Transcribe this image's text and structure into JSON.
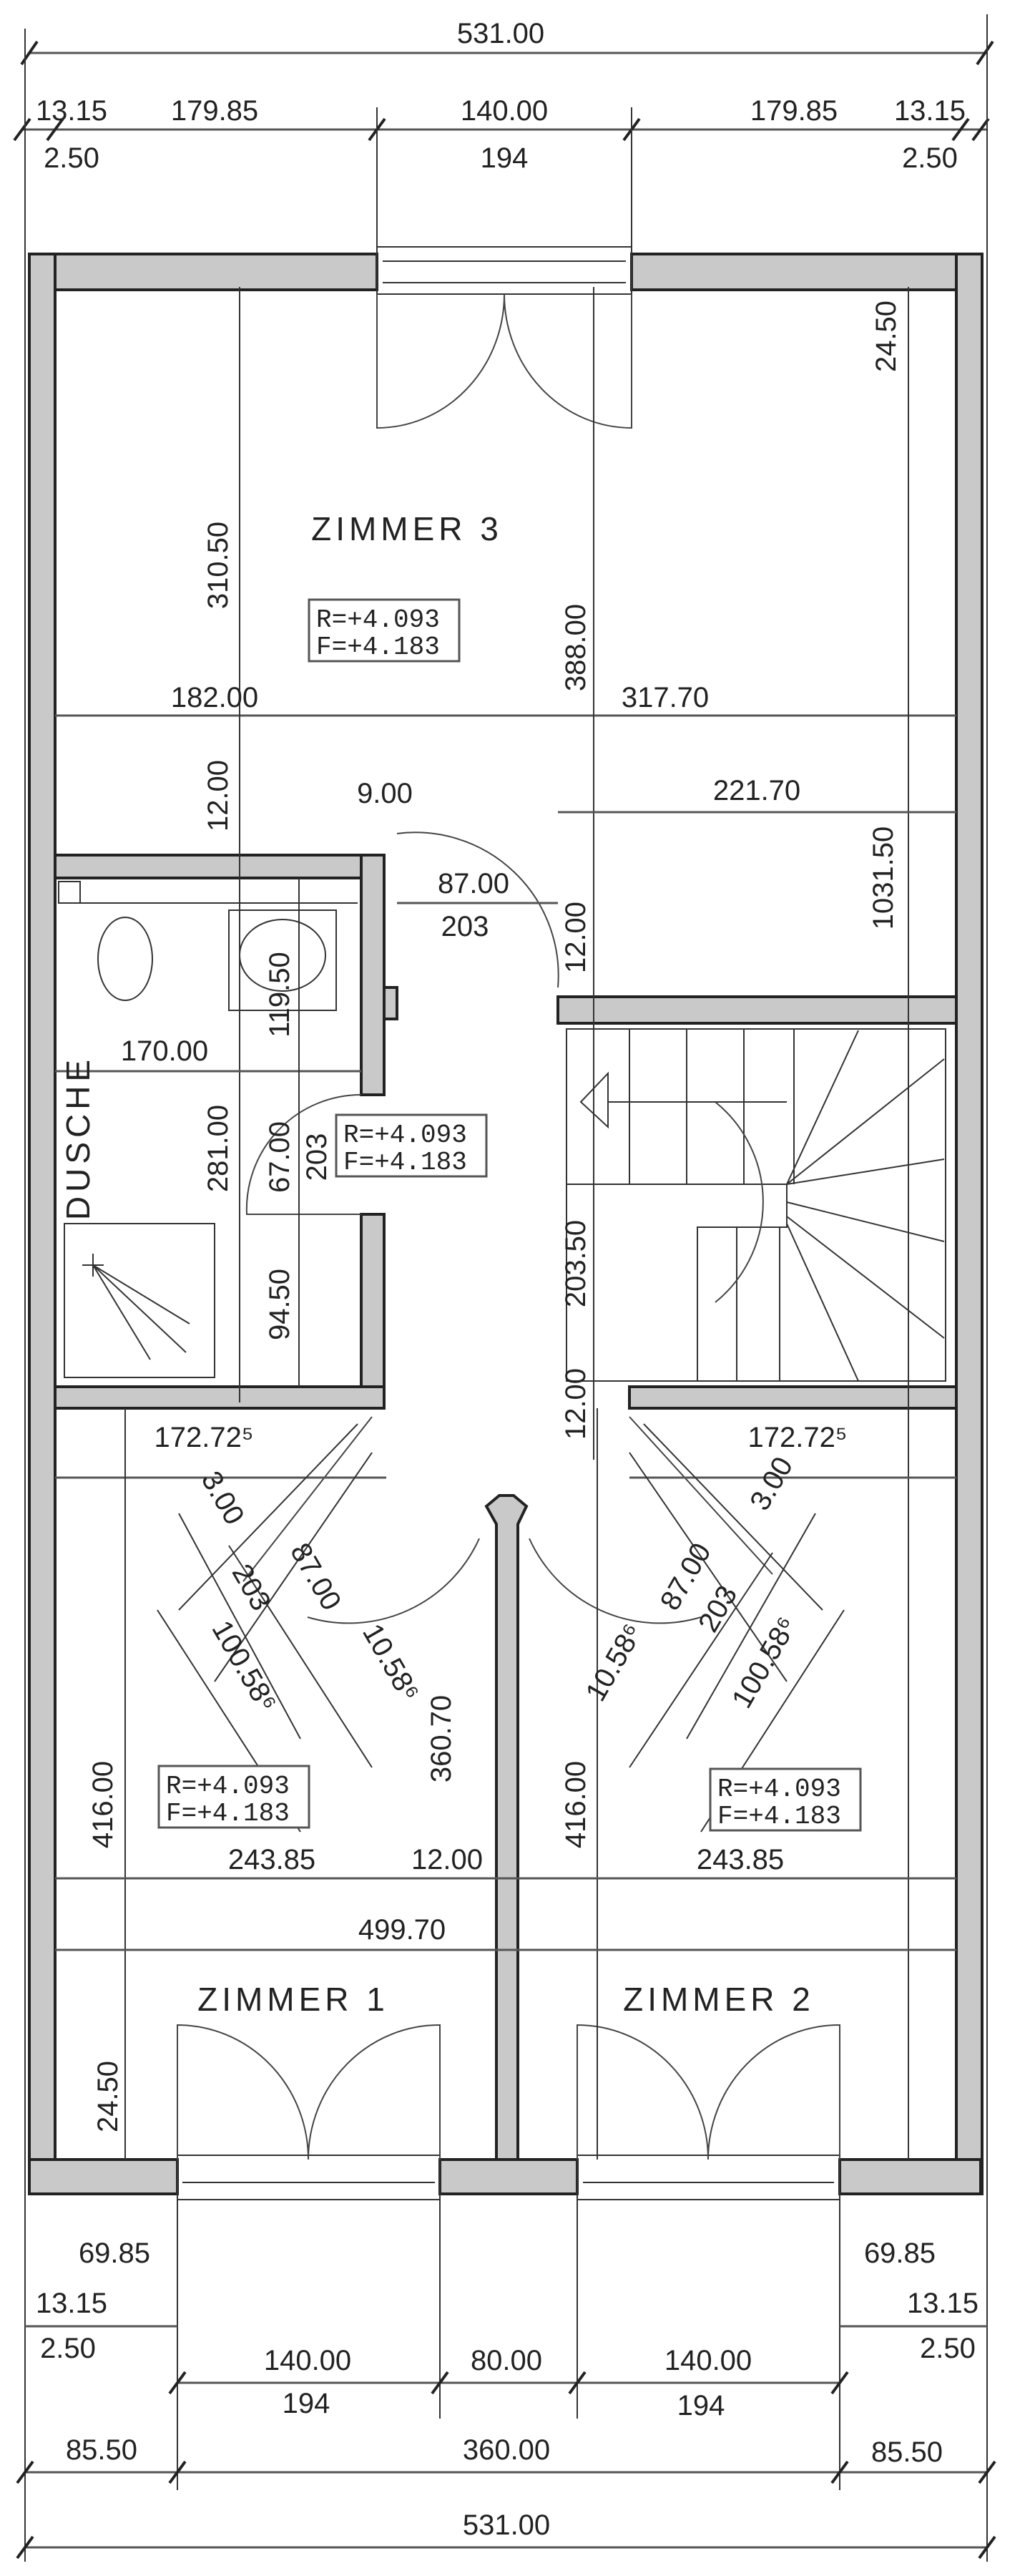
{
  "colors": {
    "wall_fill": "#c9c9c9",
    "line": "#222222",
    "background": "#ffffff"
  },
  "top_dims": {
    "overall": "531.00",
    "left_margin": "13.15",
    "left_pier": "179.85",
    "window_width": "140.00",
    "right_pier": "179.85",
    "right_margin": "13.15",
    "left_offset": "2.50",
    "window_height": "194",
    "right_offset": "2.50",
    "wall_depth": "24.50"
  },
  "rooms": {
    "zimmer3": "ZIMMER 3",
    "zimmer1": "ZIMMER 1",
    "zimmer2": "ZIMMER 2",
    "dusche": "DUSCHE"
  },
  "level_tags": [
    {
      "r": "R=+4.093",
      "f": "F=+4.183"
    },
    {
      "r": "R=+4.093",
      "f": "F=+4.183"
    },
    {
      "r": "R=+4.093",
      "f": "F=+4.183"
    },
    {
      "r": "R=+4.093",
      "f": "F=+4.183"
    }
  ],
  "interior_dims": {
    "z3_depth": "310.50",
    "hall_length": "388.00",
    "z3_left": "182.00",
    "z3_right": "317.70",
    "bath_wall": "12.00",
    "bath_door_offset": "9.00",
    "stair_width": "221.70",
    "total_depth": "1031.50",
    "hall_door_width": "87.00",
    "hall_door_height": "203",
    "stair_wall_top": "12.00",
    "shower_width": "170.00",
    "bath_upper": "119.50",
    "bath_depth": "281.00",
    "bath_door_width": "67.00",
    "bath_door_height": "203",
    "stair_depth": "203.50",
    "bath_lower": "94.50",
    "stair_wall_bottom": "12.00",
    "z1_top_width": "172.72⁵",
    "z2_top_width": "172.72⁵",
    "z1_diag_wall": "3.00",
    "z1_door_width": "87.00",
    "z1_door_height": "203",
    "z1_diag_long": "100.58⁶",
    "z1_diag_short": "10.58⁶",
    "z1_partition": "360.70",
    "z2_diag_wall": "3.00",
    "z2_door_width": "87.00",
    "z2_door_height": "203",
    "z2_diag_long": "100.58⁶",
    "z2_diag_short": "10.58⁶",
    "z1_depth": "416.00",
    "z2_depth": "416.00",
    "z1_width": "243.85",
    "partition_thickness": "12.00",
    "z2_width": "243.85",
    "inner_width": "499.70",
    "bottom_wall_depth": "24.50"
  },
  "bottom_dims": {
    "left_pier": "69.85",
    "right_pier": "69.85",
    "left_margin": "13.15",
    "right_margin": "13.15",
    "left_offset": "2.50",
    "right_offset": "2.50",
    "window1_width": "140.00",
    "middle_pier": "80.00",
    "window2_width": "140.00",
    "window1_height": "194",
    "window2_height": "194",
    "left_segment": "85.50",
    "middle_segment": "360.00",
    "right_segment": "85.50",
    "overall": "531.00"
  }
}
